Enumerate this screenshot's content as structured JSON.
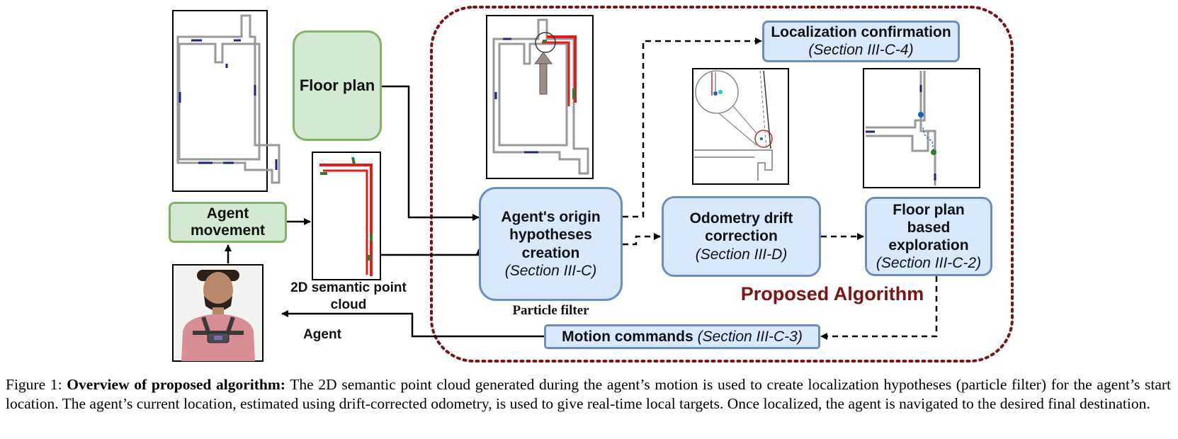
{
  "nodes": {
    "floor_plan": "Floor plan",
    "agent_movement": "Agent movement",
    "origin_hypotheses": {
      "title": "Agent's origin hypotheses creation",
      "section": "(Section III-C)"
    },
    "odometry": {
      "title": "Odometry drift correction",
      "section": "(Section III-D)"
    },
    "exploration": {
      "title": "Floor plan based exploration",
      "section": "(Section III-C-2)"
    },
    "localization": {
      "title": "Localization confirmation",
      "section": "(Section III-C-4)"
    },
    "motion": {
      "title": "Motion commands",
      "section": "(Section III-C-3)"
    }
  },
  "labels": {
    "point_cloud": "2D semantic point cloud",
    "particle_filter": "Particle filter",
    "agent": "Agent",
    "proposed": "Proposed Algorithm"
  },
  "caption": {
    "prefix": "Figure 1:",
    "bold": "Overview of proposed algorithm:",
    "text": "The 2D semantic point cloud generated during the agent’s motion is used to create localization hypotheses (particle filter) for the agent’s start location. The agent’s current location, estimated using drift-corrected odometry, is used to give real-time local targets. Once localized, the agent is navigated to the desired final destination."
  },
  "colors": {
    "green_fill": "#d5e8d4",
    "green_border": "#82b366",
    "blue_fill": "#dae8fc",
    "blue_border": "#6c8ebf",
    "algorithm_border": "#7b1416",
    "algorithm_text": "#7b1416",
    "map_wall": "#999999",
    "door": "#1a237e",
    "trajectory": "#e21b1b",
    "semantic": "#2e7d32"
  }
}
